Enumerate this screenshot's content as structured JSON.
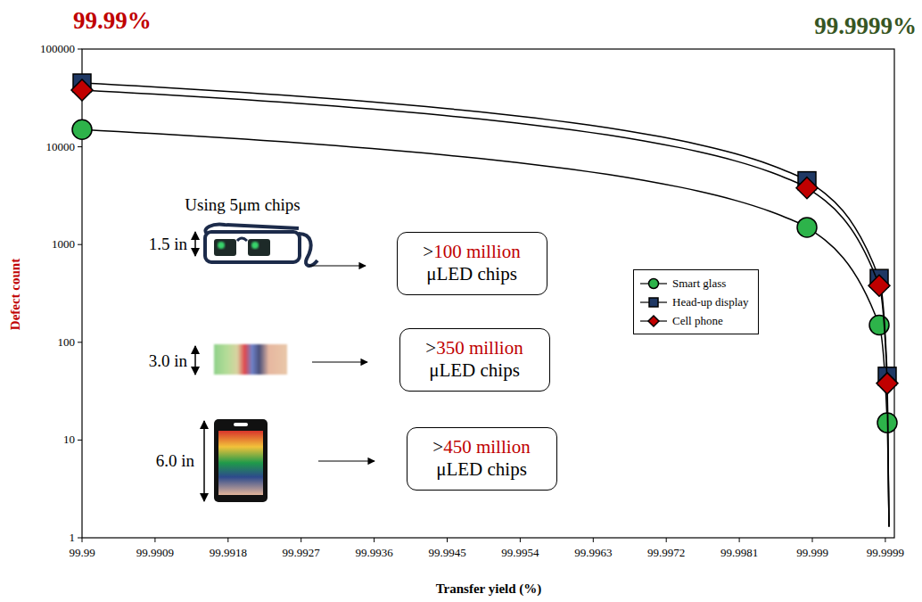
{
  "diagram": {
    "nodes": [
      {
        "text": [
          ">",
          "100 million",
          "μLED chips"
        ]
      },
      {
        "text": [
          ">",
          "350 million",
          "μLED chips"
        ]
      },
      {
        "text": [
          ">",
          "450 million",
          "μLED chips"
        ]
      }
    ],
    "labels": [
      "99.99%",
      "99.9999%",
      "Defect count",
      "Transfer yield (%)",
      "100000",
      "10000",
      "1000",
      "100",
      "10",
      "1",
      "99.99",
      "99.9909",
      "99.9918",
      "99.9927",
      "99.9936",
      "99.9945",
      "99.9954",
      "99.9963",
      "99.9972",
      "99.9981",
      "99.999",
      "99.9999",
      "Using 5μm chips",
      "1.5 in",
      "3.0 in",
      "6.0 in"
    ],
    "legend": [
      {
        "text": "Smart glass"
      },
      {
        "text": "Head-up display"
      },
      {
        "text": "Cell phone"
      }
    ]
  }
}
